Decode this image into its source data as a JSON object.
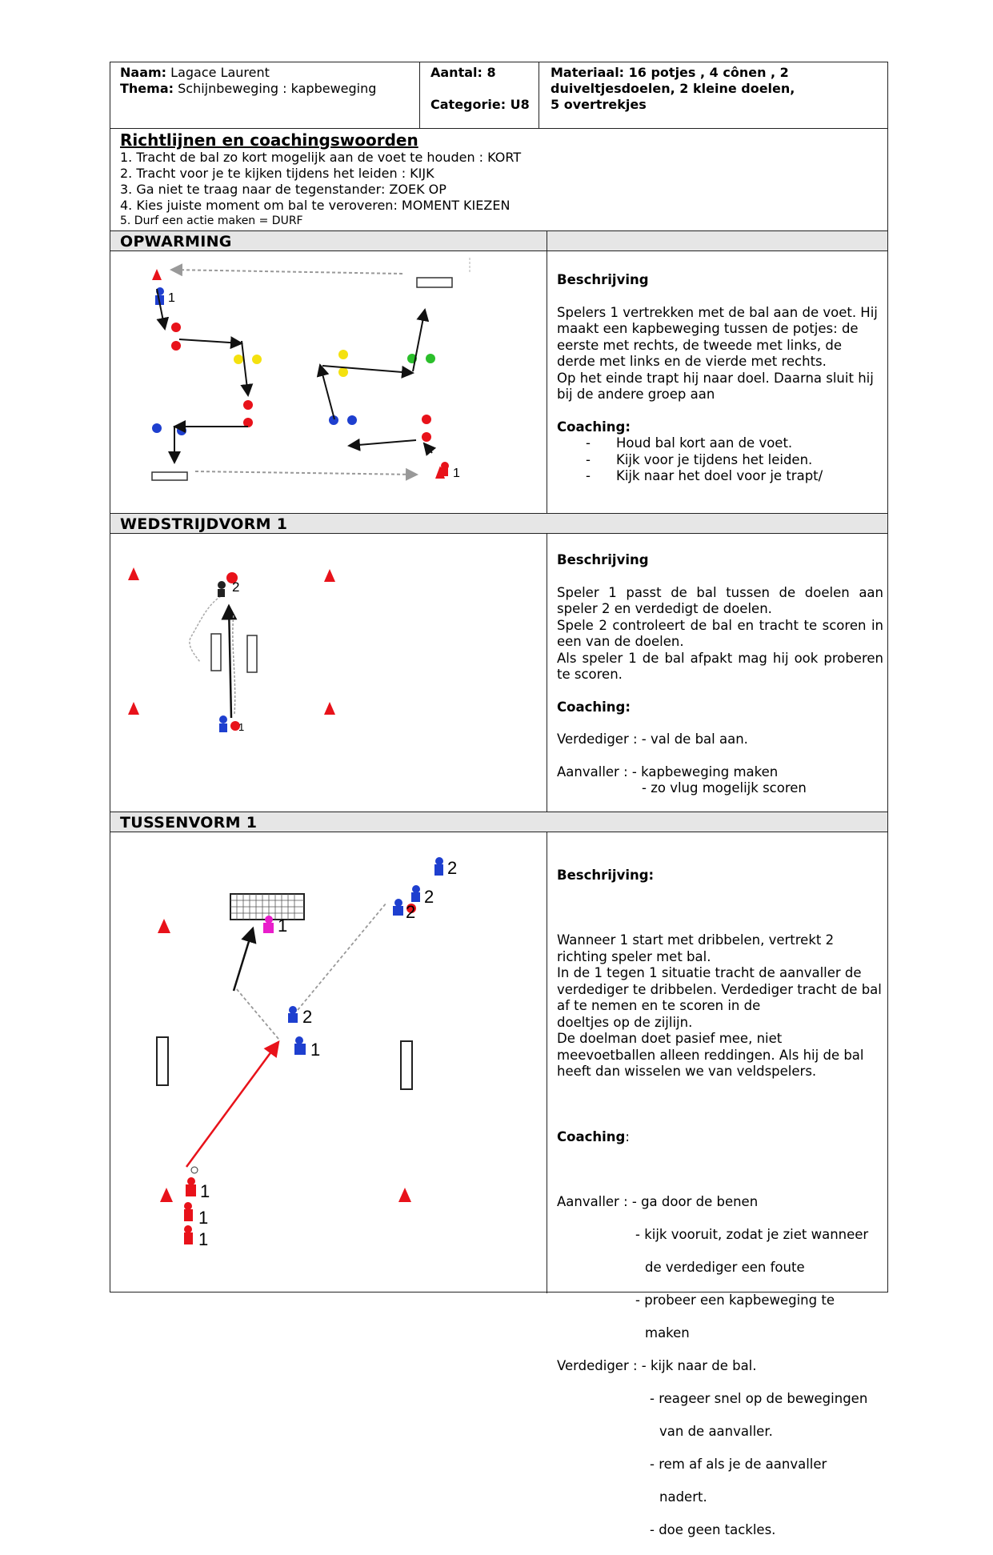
{
  "header": {
    "naam_label": "Naam:",
    "naam_value": "Lagace Laurent",
    "thema_label": "Thema:",
    "thema_value": "Schijnbeweging : kapbeweging",
    "aantal": "Aantal: 8",
    "categorie": "Categorie:  U8",
    "materiaal_1": "Materiaal: 16 potjes , 4 cônen , 2",
    "materiaal_2": "duiveltjesdoelen, 2 kleine doelen,",
    "materiaal_3": "5 overtrekjes"
  },
  "guidelines": {
    "title": "Richtlijnen en coachingswoorden",
    "items": [
      "1. Tracht de bal zo kort mogelijk aan de voet te houden : KORT",
      "2. Tracht voor je te kijken tijdens het leiden : KIJK",
      "3. Ga niet te traag naar de tegenstander: ZOEK OP",
      "4. Kies juiste moment om bal te veroveren: MOMENT KIEZEN"
    ],
    "item5": "5. Durf een actie maken = DURF"
  },
  "sections": {
    "opwarming": {
      "title": "OPWARMING",
      "beschrijving_label": "Beschrijving",
      "text1": "Spelers 1 vertrekken met de bal aan de voet. Hij maakt een kapbeweging tussen de potjes: de eerste met rechts, de tweede met links, de derde met links en de vierde met rechts.",
      "text2": "Op het einde trapt hij naar doel. Daarna sluit hij bij de andere groep aan",
      "coaching_label": "Coaching:",
      "coaching": [
        "Houd bal kort aan de voet.",
        "Kijk voor je tijdens het leiden.",
        "Kijk naar het doel voor je trapt/"
      ],
      "dash": "-",
      "label_1": "1"
    },
    "wedstrijdvorm": {
      "title": "WEDSTRIJDVORM 1",
      "beschrijving_label": "Beschrijving",
      "text1": "Speler 1 passt de bal  tussen de doelen aan speler 2 en verdedigt de doelen.",
      "text2": "Spele 2 controleert de bal en tracht te scoren in een van de doelen.",
      "text3": "Als speler 1 de bal afpakt mag hij ook proberen te scoren.",
      "coaching_label": "Coaching:",
      "verdediger": "Verdediger : - val de bal aan.",
      "aanvaller_1": "Aanvaller : - kapbeweging maken",
      "aanvaller_2": "- zo vlug mogelijk scoren",
      "label_1": "1",
      "label_2": "2"
    },
    "tussenvorm": {
      "title": "TUSSENVORM 1",
      "beschrijving_label": "Beschrijving:",
      "text": "Wanneer 1 start met dribbelen, vertrekt 2 richting speler met bal.\nIn de 1 tegen 1 situatie tracht de aanvaller de verdediger te dribbelen. Verdediger tracht de bal af te nemen en te scoren in de\ndoeltjes op de zijlijn.\nDe doelman doet pasief mee, niet meevoetballen alleen reddingen. Als hij de bal heeft dan wisselen we van veldspelers.",
      "coaching_label": "Coaching",
      "coaching_colon": ":",
      "aanvaller": "Aanvaller : - ga door de benen",
      "aanvaller_lines": [
        "- kijk vooruit, zodat je ziet wanneer",
        "de verdediger een foute",
        "- probeer een kapbeweging te",
        "maken"
      ],
      "verdediger": "Verdediger : - kijk naar de bal.",
      "verdediger_lines": [
        "- reageer snel op de bewegingen",
        "van de aanvaller.",
        "- rem af als je de aanvaller",
        "nadert.",
        "- doe geen tackles."
      ],
      "label_1": "1",
      "label_2": "2"
    }
  },
  "colors": {
    "red": "#e8121a",
    "blue": "#1e3fcf",
    "yellow": "#f4e10f",
    "green": "#2bbf2b",
    "band": "#e6e6e6"
  }
}
